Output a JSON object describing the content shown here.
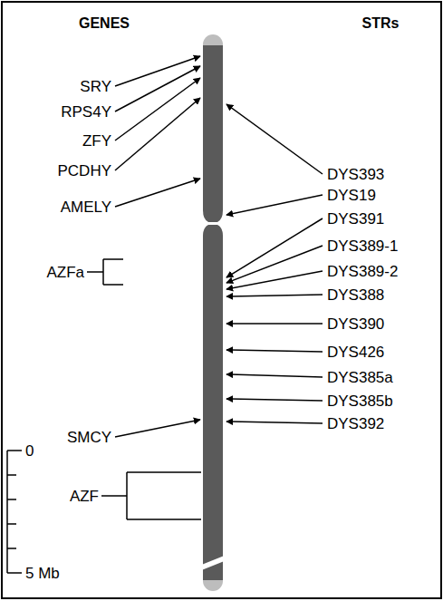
{
  "diagram": {
    "labels": [
      "GENES",
      "STRs",
      "SRY",
      "RPS4Y",
      "ZFY",
      "PCDHY",
      "AMELY",
      "AZFa",
      "SMCY",
      "0",
      "AZF",
      "5 Mb",
      "DYS393",
      "DYS19",
      "DYS391",
      "DYS389-1",
      "DYS389-2",
      "DYS388",
      "DYS390",
      "DYS426",
      "DYS385a",
      "DYS385b",
      "DYS392"
    ]
  }
}
